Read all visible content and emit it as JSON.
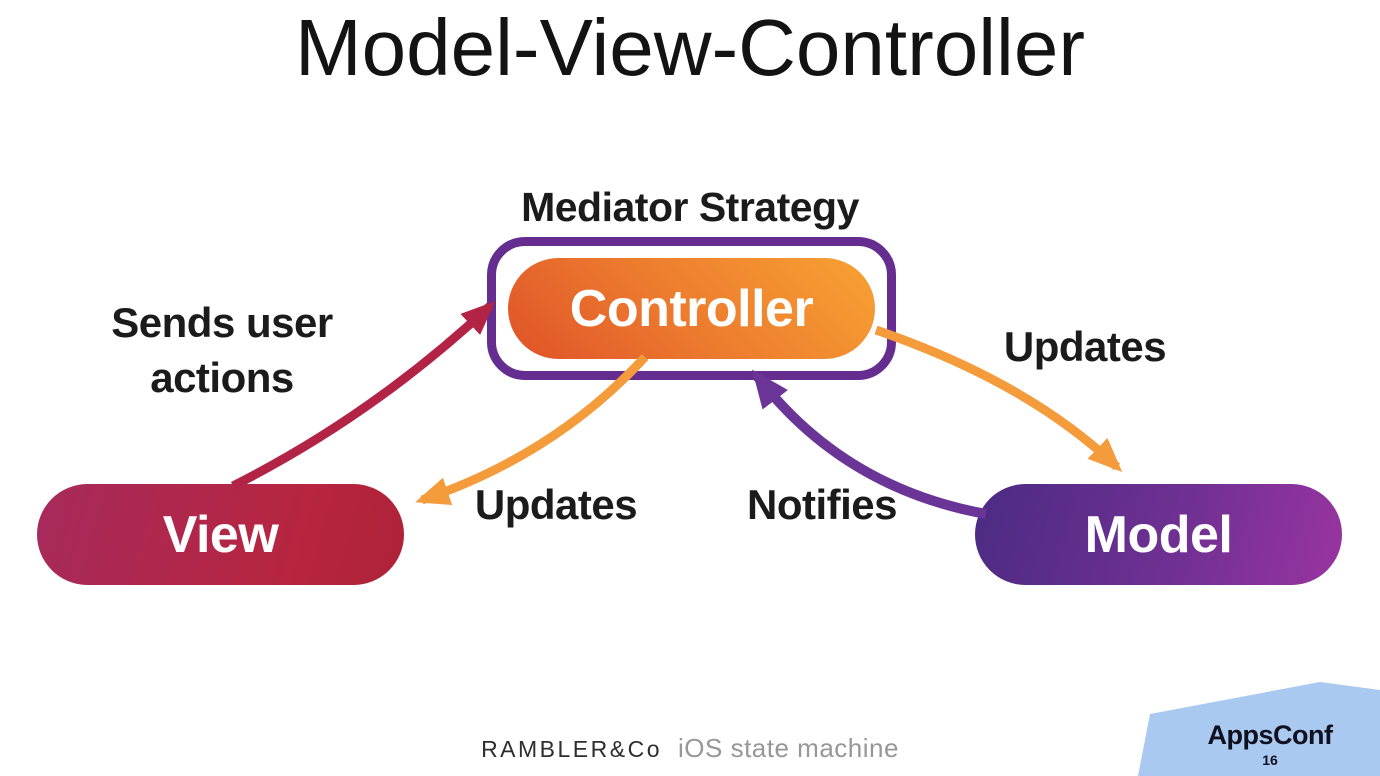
{
  "slide_title": "Model-View-Controller",
  "diagram": {
    "mediator_label": "Mediator Strategy",
    "mediator_outline_color": "#662d91",
    "nodes": [
      {
        "id": "controller",
        "label": "Controller",
        "gradient": [
          "#df5229",
          "#f8a233"
        ]
      },
      {
        "id": "view",
        "label": "View",
        "gradient": [
          "#a62a5c",
          "#ae2237"
        ]
      },
      {
        "id": "model",
        "label": "Model",
        "gradient": [
          "#4b2b83",
          "#9a34a0"
        ]
      }
    ],
    "edges": [
      {
        "from": "view",
        "to": "controller",
        "label": "Sends user actions",
        "color": "#b22346"
      },
      {
        "from": "controller",
        "to": "view",
        "label": "Updates",
        "color": "#f49b3c"
      },
      {
        "from": "model",
        "to": "controller",
        "label": "Notifies",
        "color": "#6a3596"
      },
      {
        "from": "controller",
        "to": "model",
        "label": "Updates",
        "color": "#f49b3c"
      }
    ]
  },
  "footer": {
    "logo_text": "RAMBLER&Co",
    "subtitle": "iOS state machine",
    "badge": {
      "label": "AppsConf",
      "page_number": "16",
      "background": "#a9c9f0"
    }
  }
}
